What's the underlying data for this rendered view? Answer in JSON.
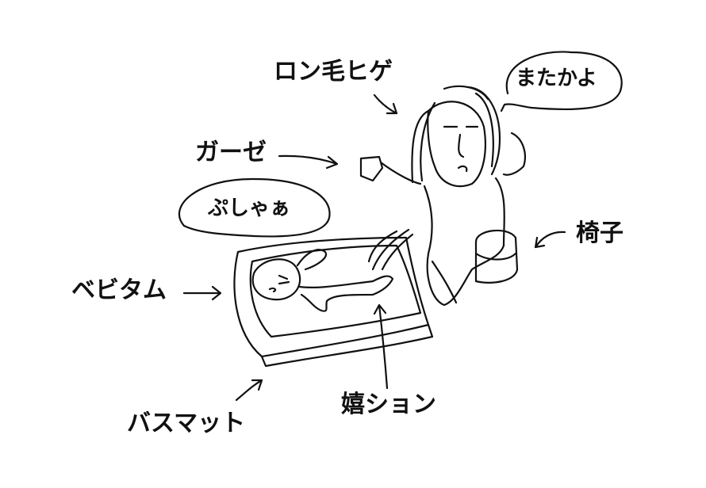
{
  "labels": {
    "long_hair_beard": "ロン毛ヒゲ",
    "speech_again": "またかよ",
    "gauze": "ガーゼ",
    "speech_pshaa": "ぷしゃぁ",
    "chair": "椅子",
    "baby_mat": "ベビタム",
    "bath_mat": "バスマット",
    "happy_pee": "嬉ション"
  },
  "colors": {
    "ink": "#111111",
    "background": "#ffffff"
  }
}
